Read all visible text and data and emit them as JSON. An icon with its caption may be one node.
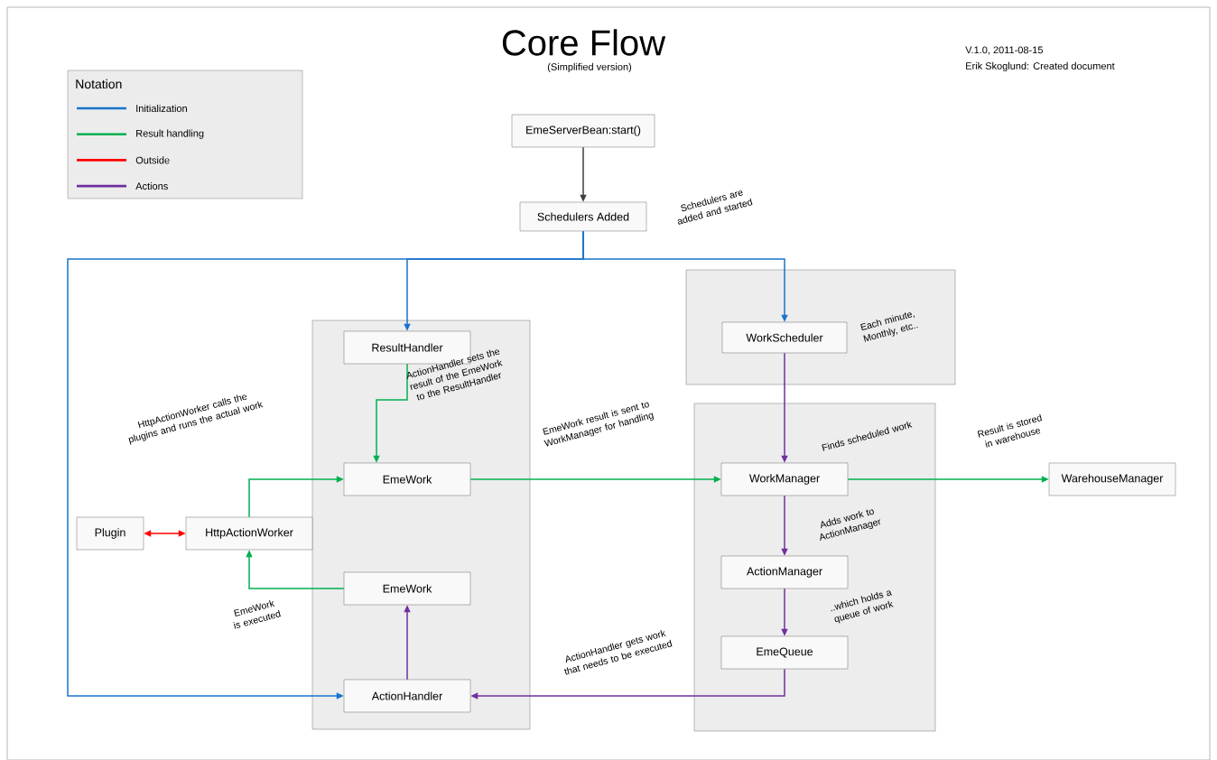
{
  "diagram": {
    "title": "Core Flow",
    "nodes": [
      {
        "text": [
          "EmeServerBean:start()"
        ]
      },
      {
        "text": [
          "Schedulers Added"
        ],
        "beside": [
          "Schedulers are added and started"
        ]
      },
      {
        "text": [],
        "shape": "box"
      },
      {
        "text": [
          "ResultHandler"
        ],
        "in": 2
      },
      {
        "text": [
          "EmeWork"
        ],
        "in": 2
      },
      {
        "text": [
          "EmeWork"
        ],
        "in": 2
      },
      {
        "text": [
          "ActionHandler"
        ],
        "in": 2
      },
      {
        "text": [],
        "shape": "box"
      },
      {
        "text": [
          "WorkScheduler"
        ],
        "in": 7,
        "beside": [
          "Each minute, Monthly, etc.."
        ]
      },
      {
        "text": [],
        "shape": "box"
      },
      {
        "text": [
          "WorkManager"
        ],
        "in": 9
      },
      {
        "text": [
          "ActionManager"
        ],
        "in": 9
      },
      {
        "text": [
          "EmeQueue"
        ],
        "in": 9
      },
      {
        "text": [
          "WarehouseManager"
        ]
      },
      {
        "text": [
          "Plugin"
        ]
      },
      {
        "text": [
          "HttpActionWorker"
        ]
      }
    ],
    "edges": [
      {
        "from": 0,
        "to": 1,
        "arrow": "to",
        "color": "#404040"
      },
      {
        "from": 1,
        "to": 6,
        "arrow": "to",
        "color": "#1874cd"
      },
      {
        "from": 1,
        "to": 3,
        "arrow": "to",
        "color": "#1874cd"
      },
      {
        "from": 1,
        "to": 8,
        "arrow": "to",
        "color": "#1874cd"
      },
      {
        "from": 3,
        "to": 4,
        "arrow": "to",
        "color": "#00b050",
        "label": "ActionHandler sets the result of the EmeWork to the ResultHandler"
      },
      {
        "from": 15,
        "to": 4,
        "arrow": "to",
        "color": "#00b050",
        "label": "HttpActionWorker calls the plugins and runs the actual work"
      },
      {
        "from": 4,
        "to": 10,
        "arrow": "to",
        "color": "#00b050",
        "label": "EmeWork result is sent to WorkManager for handling"
      },
      {
        "from": 5,
        "to": 15,
        "arrow": "to",
        "color": "#00b050",
        "label": "EmeWork is executed"
      },
      {
        "from": 14,
        "to": 15,
        "arrow": "both",
        "color": "#ff0000"
      },
      {
        "from": 6,
        "to": 5,
        "arrow": "to",
        "color": "#7030a0"
      },
      {
        "from": 8,
        "to": 10,
        "arrow": "to",
        "color": "#7030a0",
        "label": "Finds scheduled work"
      },
      {
        "from": 10,
        "to": 11,
        "arrow": "to",
        "color": "#7030a0",
        "label": "Adds work to ActionManager"
      },
      {
        "from": 11,
        "to": 12,
        "arrow": "to",
        "color": "#7030a0",
        "label": "..which holds a queue of work"
      },
      {
        "from": 12,
        "to": 6,
        "arrow": "to",
        "color": "#7030a0",
        "label": "ActionHandler gets work that needs to be executed"
      },
      {
        "from": 10,
        "to": 13,
        "arrow": "to",
        "color": "#00b050",
        "label": "Result is stored in warehouse"
      }
    ],
    "labels": [
      "(Simplified version)",
      "V.1.0, 2011-08-15",
      "Erik Skoglund: Created document",
      "Notation"
    ],
    "legend": [
      {
        "text": "Initialization",
        "color": "#1874cd"
      },
      {
        "text": "Result handling",
        "color": "#00b050"
      },
      {
        "text": "Outside",
        "color": "#ff0000"
      },
      {
        "text": "Actions",
        "color": "#7030a0"
      }
    ]
  }
}
